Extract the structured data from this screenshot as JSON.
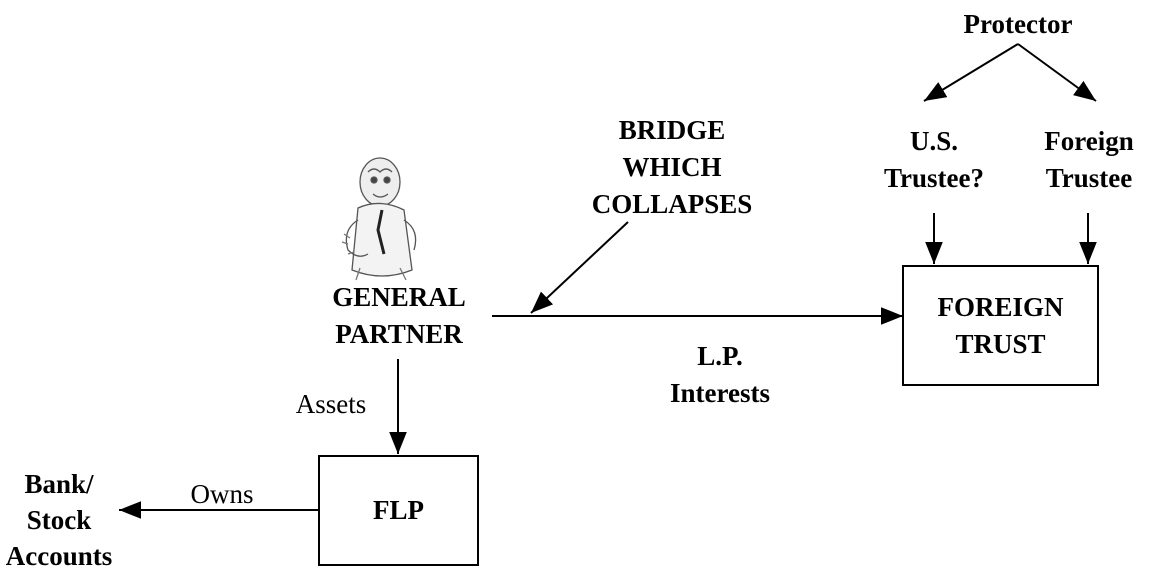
{
  "nodes": {
    "protector": "Protector",
    "us_trustee": [
      "U.S.",
      "Trustee?"
    ],
    "foreign_trustee": [
      "Foreign",
      "Trustee"
    ],
    "bridge_note": [
      "BRIDGE",
      "WHICH",
      "COLLAPSES"
    ],
    "general_partner": [
      "GENERAL",
      "PARTNER"
    ],
    "foreign_trust": [
      "FOREIGN",
      "TRUST"
    ],
    "flp": "FLP",
    "bank_accounts": [
      "Bank/",
      "Stock",
      "Accounts"
    ]
  },
  "edges": {
    "lp_interests": [
      "L.P.",
      "Interests"
    ],
    "assets": "Assets",
    "owns": "Owns"
  },
  "figure": {
    "icon": "cartoon-man-icon",
    "line_color": "#000000"
  }
}
